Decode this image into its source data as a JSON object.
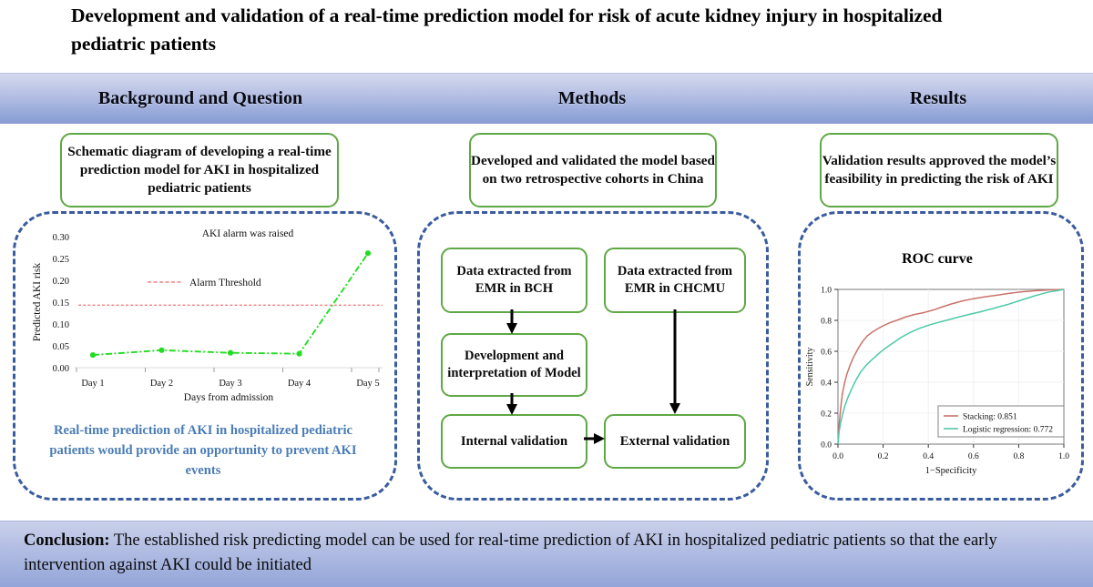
{
  "title": "Development and validation of a real-time prediction model for risk of acute kidney injury in hospitalized pediatric patients",
  "header_band": {
    "background_label": "Background and Question",
    "methods_label": "Methods",
    "results_label": "Results"
  },
  "colors": {
    "band_gradient_top": "#d5d9ee",
    "band_gradient_bottom": "#8a9ed4",
    "green_box_border": "#5fa845",
    "dashed_panel_border": "#3a5c9e",
    "caption_blue": "#4a7cb5",
    "line_series_green": "#22dd22",
    "alarm_threshold_red": "#f08080",
    "roc_stacking_red": "#c9736b",
    "roc_logistic_teal": "#4ec9a8"
  },
  "background_panel": {
    "headline": "Schematic diagram of developing a real-time prediction model for AKI in hospitalized pediatric patients",
    "caption": "Real-time prediction of AKI in hospitalized pediatric patients would provide an opportunity to prevent AKI events"
  },
  "methods_panel": {
    "headline": "Developed and validated the model based on two retrospective cohorts in China",
    "boxes": [
      {
        "id": "bch",
        "label": "Data extracted from EMR in BCH"
      },
      {
        "id": "chcmu",
        "label": "Data extracted from EMR in CHCMU"
      },
      {
        "id": "dev",
        "label": "Development and interpretation of Model"
      },
      {
        "id": "internal",
        "label": "Internal validation"
      },
      {
        "id": "external",
        "label": "External validation"
      }
    ]
  },
  "results_panel": {
    "headline": "Validation results approved the model’s feasibility in predicting the risk of AKI"
  },
  "conclusion": {
    "label": "Conclusion:",
    "text": " The established risk predicting model can be used for real-time prediction of AKI in hospitalized pediatric patients so that the early intervention against AKI could be initiated"
  },
  "chart_data": [
    {
      "type": "line",
      "title": "",
      "xlabel": "Days from admission",
      "ylabel": "Predicted AKI risk",
      "categories": [
        "Day 1",
        "Day 2",
        "Day 3",
        "Day 4",
        "Day 5"
      ],
      "values": [
        0.029,
        0.04,
        0.034,
        0.032,
        0.262
      ],
      "ylim": [
        0.0,
        0.3
      ],
      "yticks": [
        "0.00",
        "0.05",
        "0.10",
        "0.15",
        "0.20",
        "0.25",
        "0.30"
      ],
      "ytick_values": [
        0.0,
        0.05,
        0.1,
        0.15,
        0.2,
        0.25,
        0.3
      ],
      "threshold": {
        "value": 0.143,
        "label": "Alarm Threshold",
        "style": "dashed",
        "color": "#f08080"
      },
      "annotation": "AKI alarm was raised",
      "series_style": "dash-dot with round markers",
      "grid": false,
      "legend": "inline-threshold-key"
    },
    {
      "type": "line",
      "title": "ROC curve",
      "xlabel": "1−Specificity",
      "ylabel": "Sensitivity",
      "xlim": [
        0.0,
        1.0
      ],
      "ylim": [
        0.0,
        1.0
      ],
      "xticks": [
        "0.0",
        "0.2",
        "0.4",
        "0.6",
        "0.8",
        "1.0"
      ],
      "yticks": [
        "0.0",
        "0.2",
        "0.4",
        "0.6",
        "0.8",
        "1.0"
      ],
      "grid": true,
      "legend_position": "bottom-right",
      "series": [
        {
          "name": "Stacking: 0.851",
          "auc": 0.851,
          "color": "#c9736b",
          "x": [
            0.0,
            0.005,
            0.01,
            0.015,
            0.02,
            0.03,
            0.04,
            0.055,
            0.07,
            0.09,
            0.11,
            0.13,
            0.15,
            0.175,
            0.2,
            0.23,
            0.26,
            0.3,
            0.34,
            0.38,
            0.42,
            0.46,
            0.5,
            0.55,
            0.6,
            0.65,
            0.7,
            0.76,
            0.82,
            0.88,
            0.94,
            1.0
          ],
          "y": [
            0.0,
            0.12,
            0.2,
            0.27,
            0.33,
            0.4,
            0.455,
            0.515,
            0.565,
            0.62,
            0.665,
            0.7,
            0.722,
            0.745,
            0.765,
            0.785,
            0.8,
            0.822,
            0.838,
            0.85,
            0.866,
            0.886,
            0.905,
            0.925,
            0.94,
            0.952,
            0.962,
            0.975,
            0.985,
            0.992,
            0.997,
            1.0
          ]
        },
        {
          "name": "Logistic regression: 0.772",
          "auc": 0.772,
          "color": "#4ec9a8",
          "x": [
            0.0,
            0.005,
            0.012,
            0.02,
            0.03,
            0.045,
            0.06,
            0.08,
            0.1,
            0.125,
            0.15,
            0.18,
            0.21,
            0.245,
            0.28,
            0.32,
            0.36,
            0.4,
            0.44,
            0.48,
            0.53,
            0.58,
            0.63,
            0.69,
            0.75,
            0.81,
            0.87,
            0.93,
            0.97,
            1.0
          ],
          "y": [
            0.0,
            0.08,
            0.14,
            0.19,
            0.245,
            0.305,
            0.355,
            0.415,
            0.465,
            0.51,
            0.545,
            0.585,
            0.62,
            0.655,
            0.69,
            0.722,
            0.748,
            0.768,
            0.785,
            0.8,
            0.82,
            0.838,
            0.855,
            0.878,
            0.902,
            0.93,
            0.958,
            0.982,
            0.992,
            1.0
          ]
        }
      ]
    }
  ]
}
